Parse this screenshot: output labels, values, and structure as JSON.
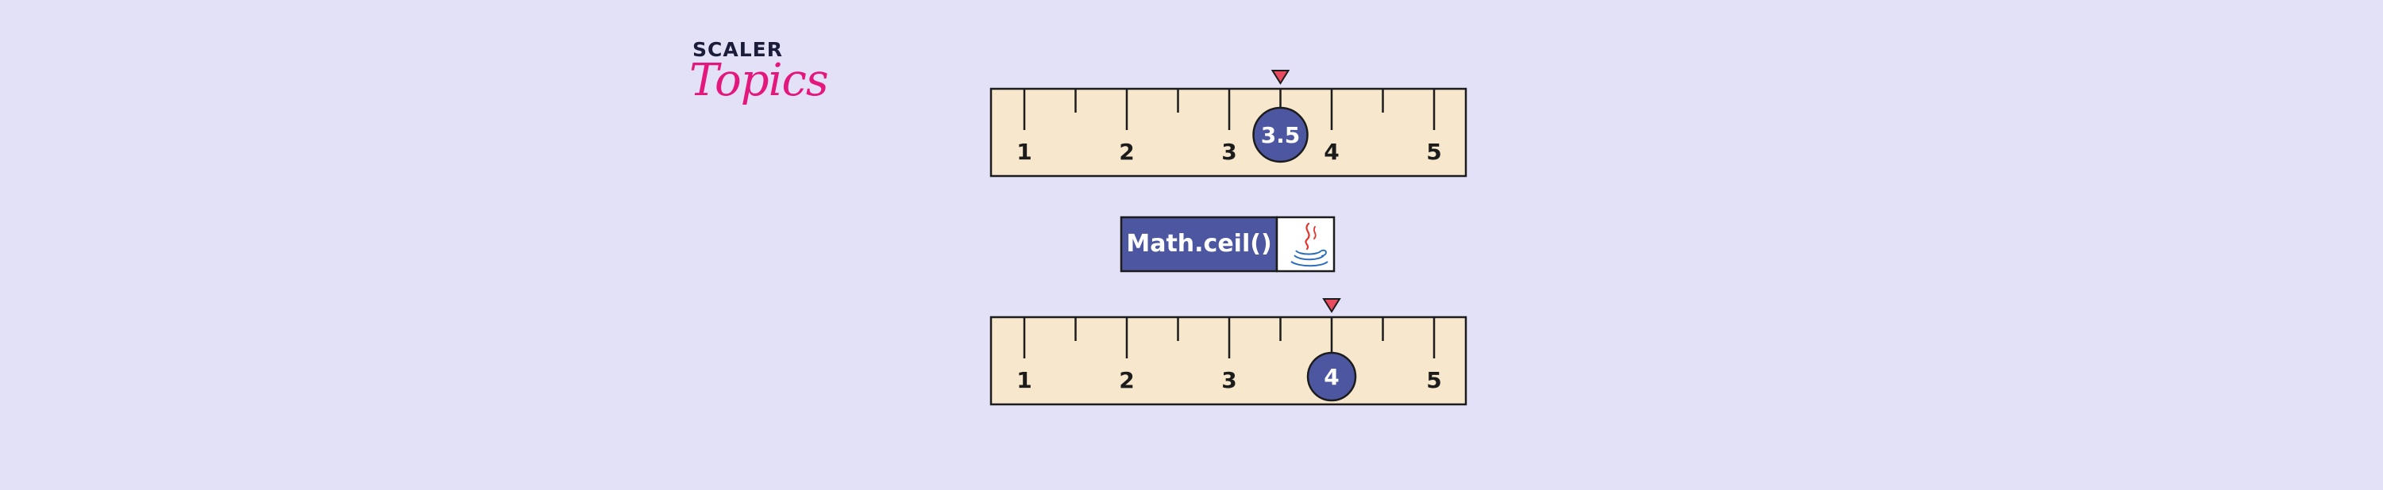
{
  "logo": {
    "brand": "SCALER",
    "sub": "Topics"
  },
  "function_box": {
    "label": "Math.ceil()",
    "icon": "java-cup-icon"
  },
  "ruler_top": {
    "labels": [
      "1",
      "2",
      "3",
      "4",
      "5"
    ],
    "marker_value": 3.5,
    "marker_label": "3.5"
  },
  "ruler_bottom": {
    "labels": [
      "1",
      "2",
      "3",
      "4",
      "5"
    ],
    "marker_value": 4,
    "marker_label": "4"
  },
  "colors": {
    "background": "#e3e1f7",
    "ruler_fill": "#f7e7cc",
    "accent_blue": "#4d56a0",
    "pointer_red": "#e84a5f",
    "logo_pink": "#e4177c",
    "logo_dark": "#1b1c3a"
  }
}
